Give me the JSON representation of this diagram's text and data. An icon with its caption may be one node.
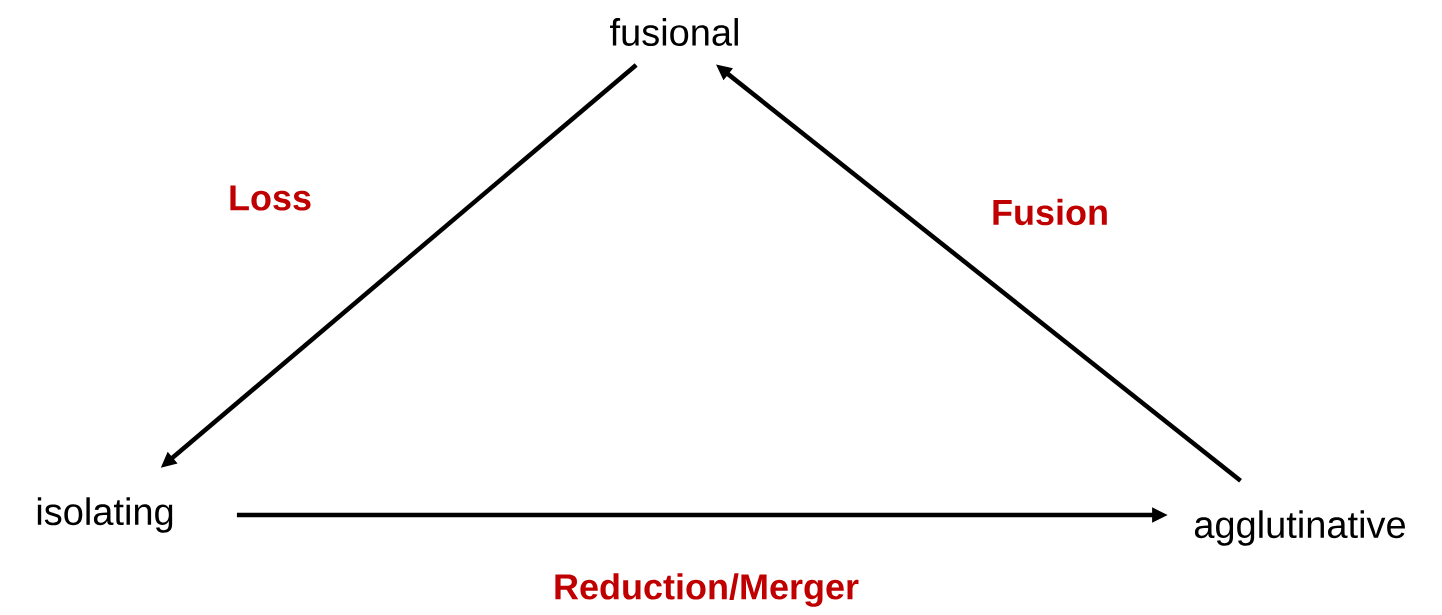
{
  "diagram": {
    "nodes": [
      {
        "text": [
          "fusional"
        ]
      },
      {
        "text": [
          "isolating"
        ]
      },
      {
        "text": [
          "agglutinative"
        ]
      }
    ],
    "edges": [
      {
        "from": 0,
        "to": 1,
        "arrow": "to",
        "label": "Loss"
      },
      {
        "from": 2,
        "to": 0,
        "arrow": "to",
        "label": "Fusion"
      },
      {
        "from": 1,
        "to": 2,
        "arrow": "to",
        "label": "Reduction/Merger"
      }
    ]
  }
}
